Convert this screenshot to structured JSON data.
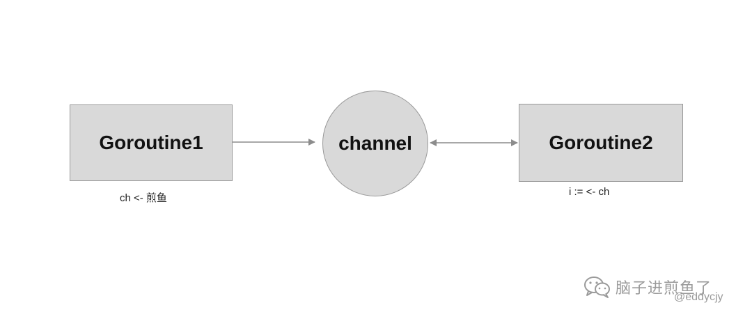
{
  "diagram": {
    "nodes": {
      "goroutine1": "Goroutine1",
      "channel": "channel",
      "goroutine2": "Goroutine2"
    },
    "captions": {
      "goroutine1": "ch <- 煎鱼",
      "goroutine2": "i := <- ch"
    }
  },
  "watermark": {
    "icon": "wechat-icon",
    "text": "脑子进煎鱼了",
    "handle": "@eddycjy"
  },
  "colors": {
    "node_fill": "#d9d9d9",
    "node_border": "#999999",
    "arrow": "#8c8c8c",
    "watermark": "#9a9a9a"
  }
}
